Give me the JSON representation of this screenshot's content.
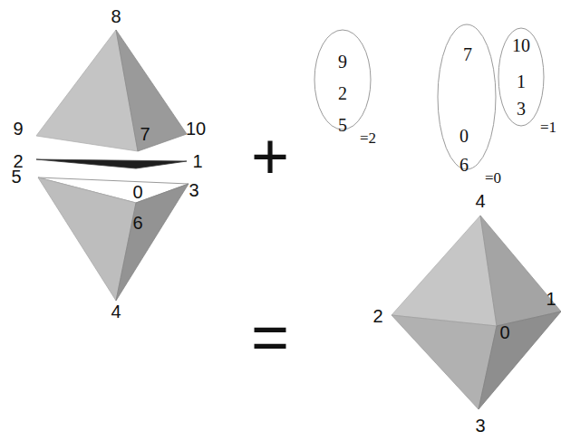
{
  "diagram": {
    "nodes": [
      {
        "text": [
          "9",
          "2",
          "5",
          "=2"
        ]
      },
      {
        "text": [
          "7",
          "0",
          "6",
          "=0"
        ]
      },
      {
        "text": [
          "10",
          "1",
          "3",
          "=1"
        ]
      }
    ],
    "labels": [
      "8",
      "9",
      "10",
      "7",
      "2",
      "1",
      "5",
      "0",
      "3",
      "6",
      "4",
      "+",
      "=",
      "4",
      "2",
      "0",
      "3",
      "1"
    ]
  }
}
